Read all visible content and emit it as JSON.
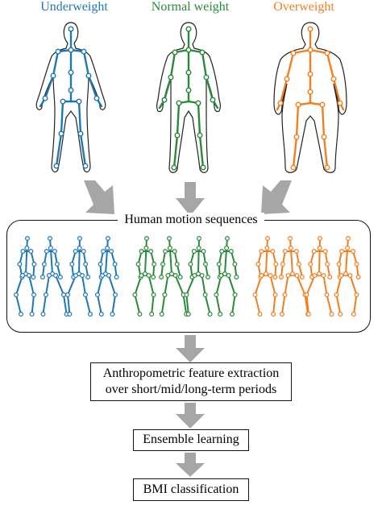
{
  "categories": [
    {
      "label": "Underweight",
      "color": "#1f77b4"
    },
    {
      "label": "Normal weight",
      "color": "#2a8a3a"
    },
    {
      "label": "Overweight",
      "color": "#f07f22"
    }
  ],
  "motion": {
    "title": "Human motion sequences"
  },
  "steps": {
    "feature_line1": "Anthropometric feature extraction",
    "feature_line2": "over short/mid/long-term periods",
    "ensemble": "Ensemble learning",
    "bmi": "BMI classification"
  },
  "colors": {
    "arrow": "#a6a6a6",
    "outline": "#222222"
  }
}
